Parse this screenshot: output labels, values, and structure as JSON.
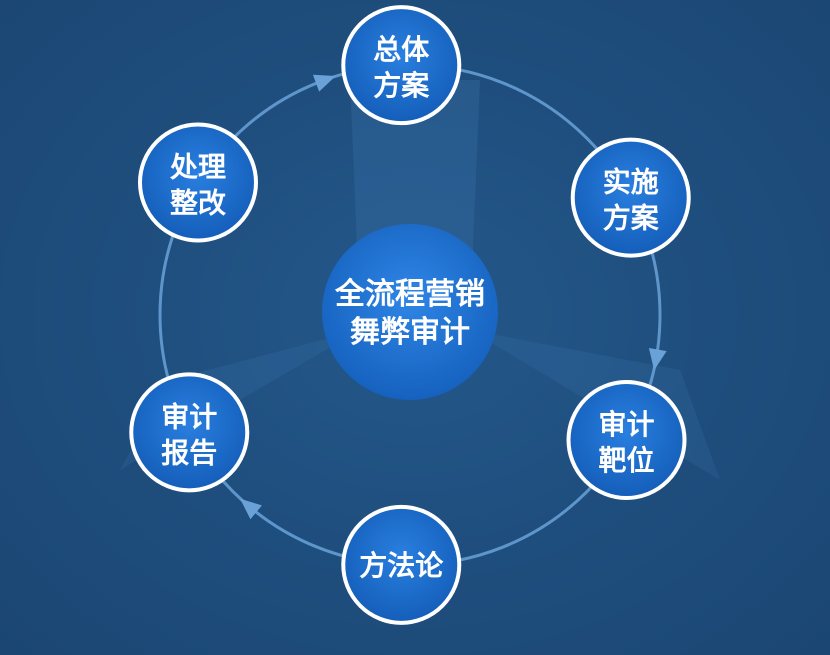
{
  "center": {
    "lines": [
      "全流程营销",
      "舞弊审计"
    ]
  },
  "nodes": [
    {
      "id": "overall-plan",
      "lines": [
        "总体",
        "方案"
      ]
    },
    {
      "id": "implementation-plan",
      "lines": [
        "实施",
        "方案"
      ]
    },
    {
      "id": "audit-target",
      "lines": [
        "审计",
        "靶位"
      ]
    },
    {
      "id": "methodology",
      "lines": [
        "方法论"
      ]
    },
    {
      "id": "audit-report",
      "lines": [
        "审计",
        "报告"
      ]
    },
    {
      "id": "handling-rectification",
      "lines": [
        "处理",
        "整改"
      ]
    }
  ],
  "colors": {
    "background": "#1e4c7a",
    "node_fill": "#1565c8",
    "node_stroke": "#ffffff",
    "ring": "#6aa2d8",
    "text": "#ffffff"
  }
}
